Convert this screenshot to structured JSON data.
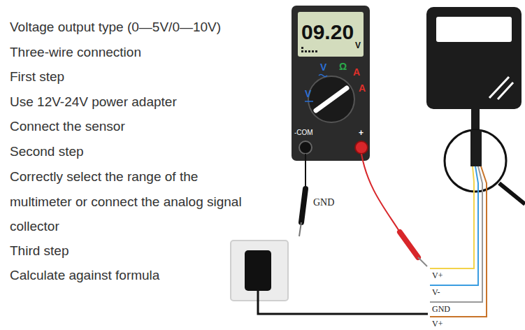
{
  "diagram": {
    "labels": [
      "Voltage output type (0—5V/0—10V)",
      "Three-wire connection",
      "First step",
      "Use 12V-24V power adapter",
      "Connect the sensor",
      "Second step",
      "Correctly select the range of the multimeter or connect the analog signal collector",
      "Third step",
      "Calculate against formula",
      "09.20",
      "V",
      "V",
      "V",
      "Ω",
      "A",
      "A",
      "-COM",
      "+",
      "GND",
      "V+",
      "V-",
      "GND",
      "V+"
    ]
  }
}
